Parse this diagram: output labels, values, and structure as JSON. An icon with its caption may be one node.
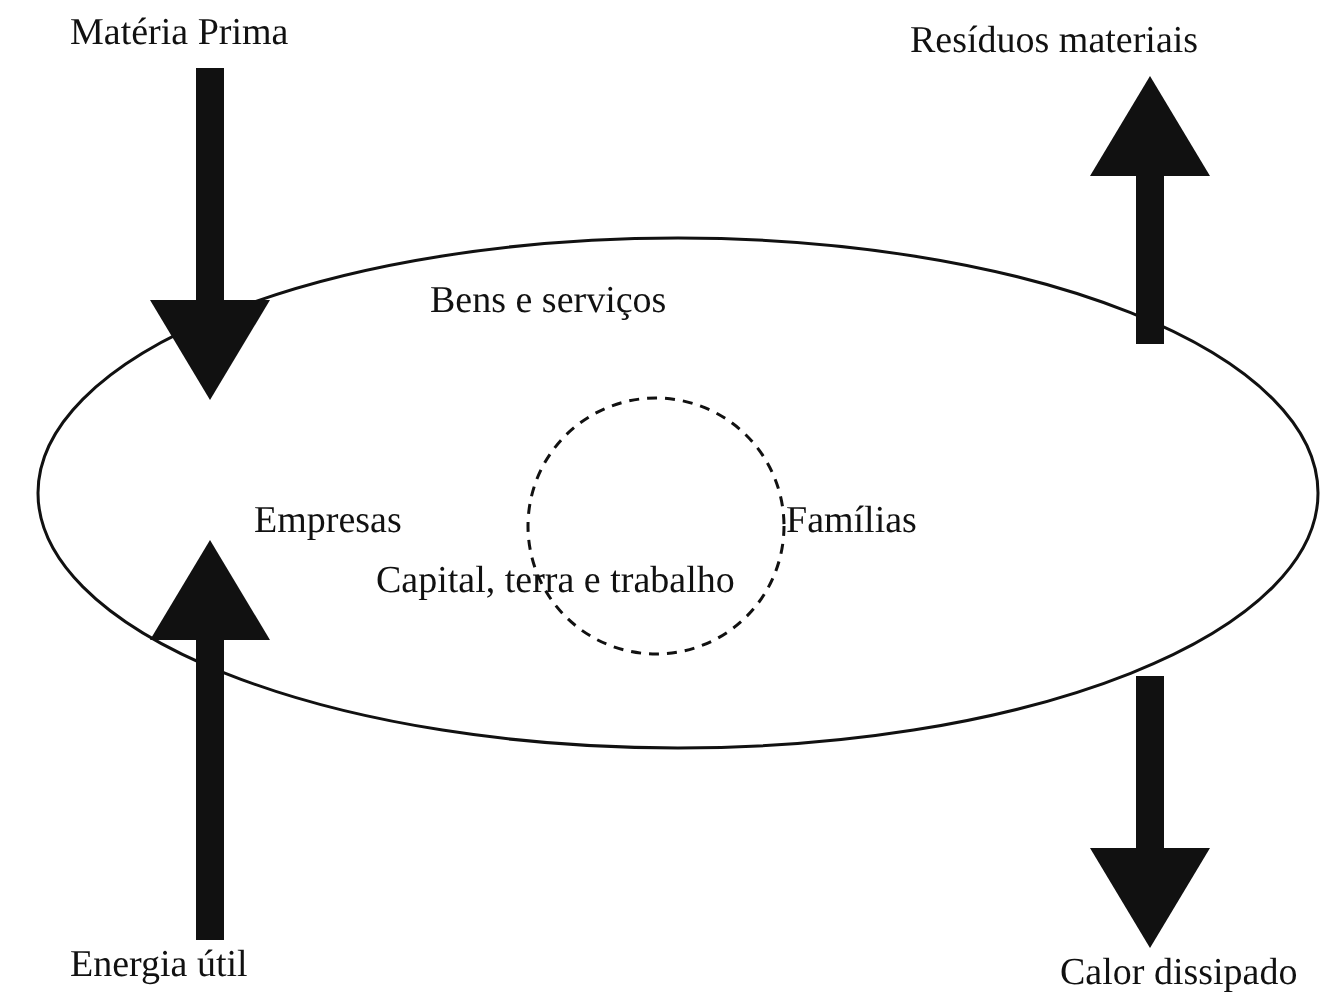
{
  "diagram": {
    "nodes": [
      {
        "text": [
          "Matéria Prima"
        ]
      },
      {
        "text": [
          "Resíduos materiais"
        ]
      },
      {
        "text": [],
        "shape": "ellipse"
      },
      {
        "text": [
          "Empresas"
        ],
        "in": 2
      },
      {
        "text": [
          "Famílias"
        ],
        "in": 2
      },
      {
        "text": [],
        "shape": "circle",
        "in": 2
      },
      {
        "text": [
          "Energia útil"
        ]
      },
      {
        "text": [
          "Calor dissipado"
        ]
      }
    ],
    "edges": [
      {
        "from": 0,
        "to": 2,
        "arrow": "to"
      },
      {
        "from": 2,
        "to": 1,
        "arrow": "to"
      },
      {
        "from": 6,
        "to": 2,
        "arrow": "to"
      },
      {
        "from": 2,
        "to": 7,
        "arrow": "to"
      }
    ],
    "labels": [
      "Bens e serviços",
      "Capital, terra e trabalho"
    ]
  }
}
